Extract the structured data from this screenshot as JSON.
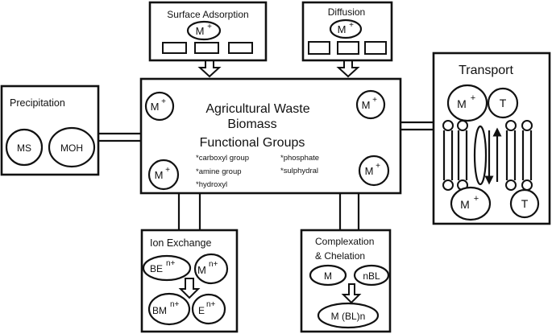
{
  "center": {
    "title_line1": "Agricultural Waste",
    "title_line2": "Biomass",
    "fg_title": "Functional Groups",
    "groups": [
      "*carboxyl group",
      "*phosphate",
      "*amine group",
      "*sulphydral",
      "*hydroxyl"
    ],
    "ion": "M",
    "ion_charge": "+"
  },
  "surface_adsorption": {
    "title": "Surface Adsorption",
    "ion": "M",
    "ion_charge": "+"
  },
  "diffusion": {
    "title": "Diffusion",
    "ion": "M",
    "ion_charge": "+"
  },
  "precipitation": {
    "title": "Precipitation",
    "items": [
      "MS",
      "MOH"
    ]
  },
  "transport": {
    "title": "Transport",
    "ion": "M",
    "ion_charge": "+",
    "carrier": "T"
  },
  "ion_exchange": {
    "title": "Ion Exchange",
    "top_left": "BE",
    "top_left_sup": "n+",
    "top_right": "M",
    "top_right_sup": "n+",
    "bottom_left": "BM",
    "bottom_left_sup": "n+",
    "bottom_right": "E",
    "bottom_right_sup": "n+"
  },
  "complexation": {
    "title_line1": "Complexation",
    "title_line2": "& Chelation",
    "left": "M",
    "right": "nBL",
    "product": "M (BL)n"
  }
}
